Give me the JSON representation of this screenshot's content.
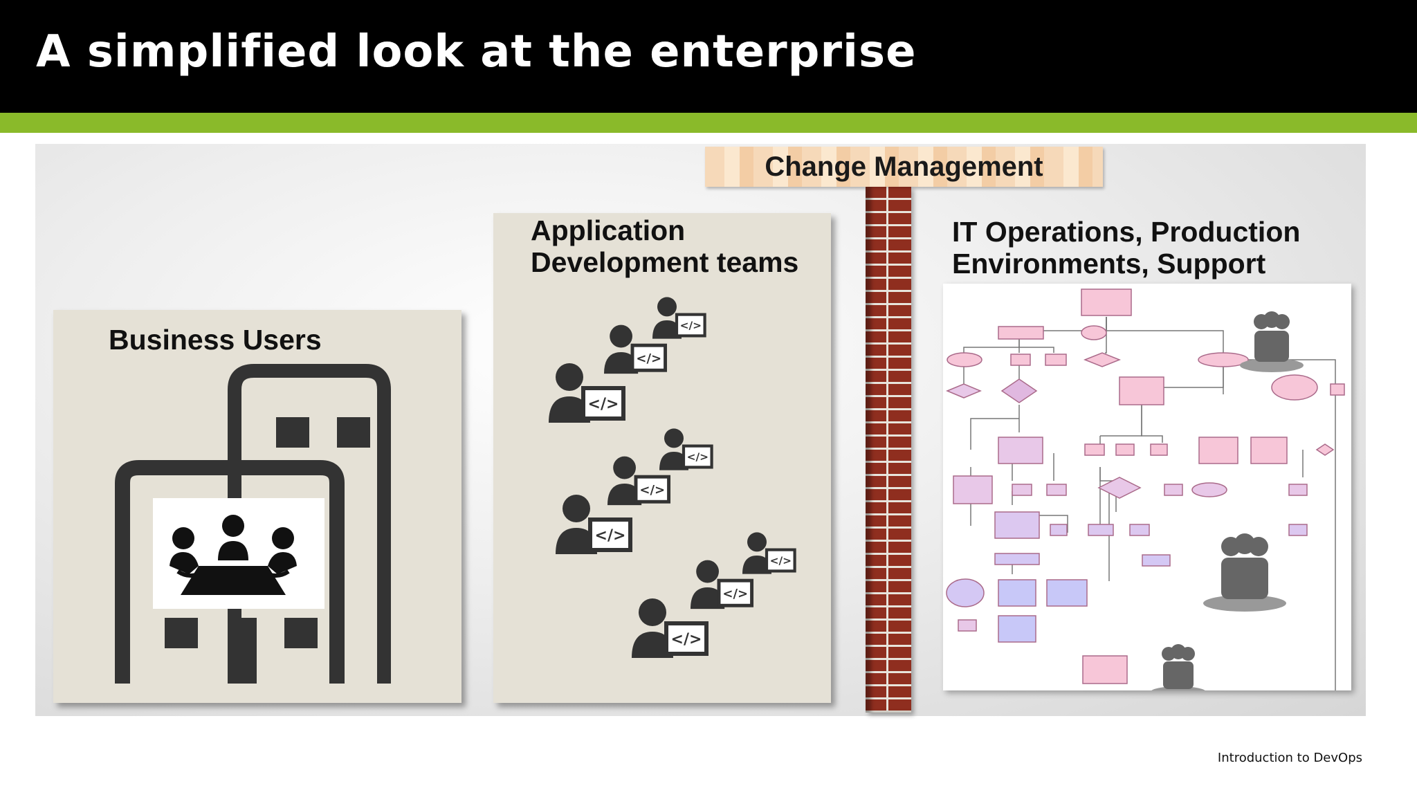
{
  "slide": {
    "title": "A simplified look at the enterprise",
    "footer": "Introduction to DevOps"
  },
  "diagram": {
    "change_management": "Change Management",
    "business_panel": {
      "title": "Business Users"
    },
    "dev_panel": {
      "title_line1": "Application",
      "title_line2": "Development teams"
    },
    "ops_panel": {
      "title_line1": "IT Operations, Production",
      "title_line2": "Environments, Support"
    }
  },
  "colors": {
    "title_bar": "#000000",
    "accent_green": "#8aba2a",
    "panel_beige": "#e5e1d6",
    "brick": "#8f2e1f",
    "icon_dark": "#333333"
  },
  "icons": [
    "office-building-icon",
    "meeting-table-icon",
    "developer-at-computer-icon",
    "people-group-icon",
    "flowchart-graphic"
  ]
}
